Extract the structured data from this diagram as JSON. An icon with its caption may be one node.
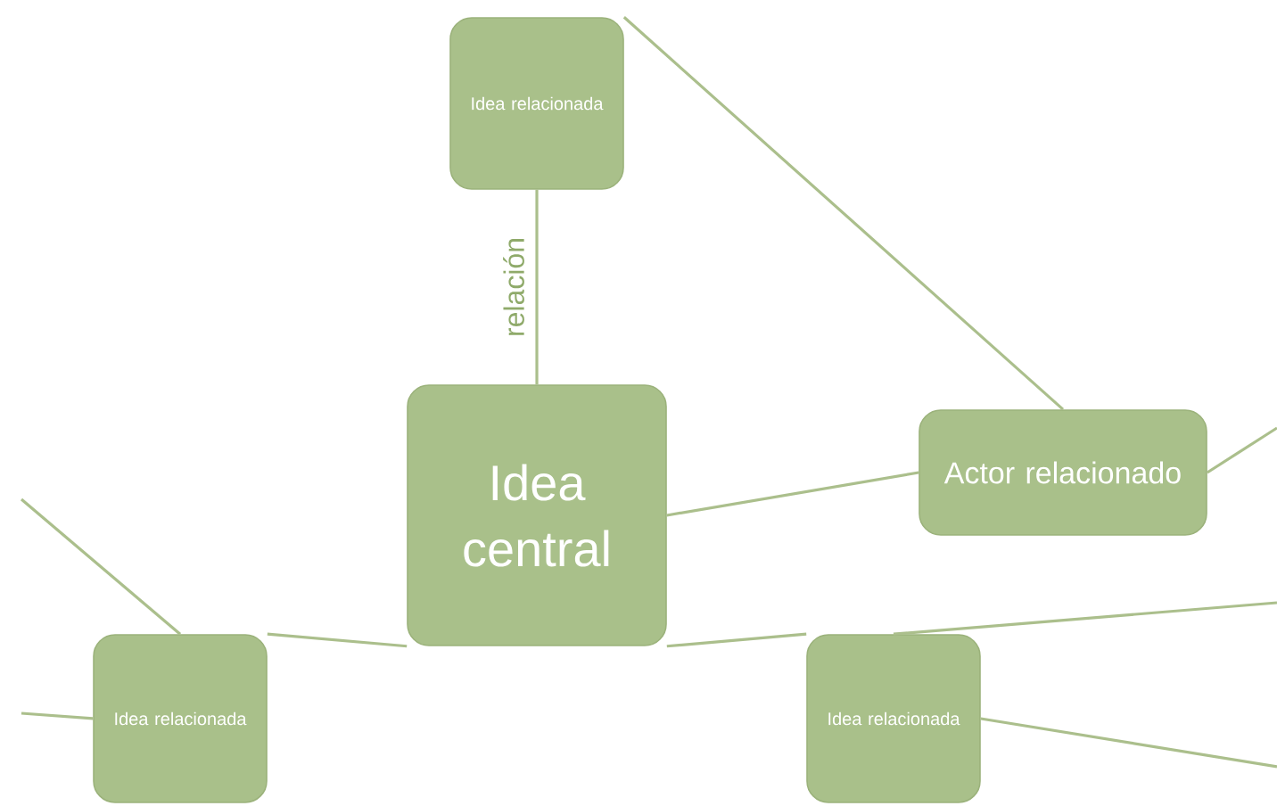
{
  "diagram": {
    "nodes": [
      {
        "text": [
          "Idea central"
        ]
      },
      {
        "text": [
          "Idea relacionada"
        ]
      },
      {
        "text": [
          "Actor relacionado"
        ]
      },
      {
        "text": [
          "Idea relacionada"
        ]
      },
      {
        "text": [
          "Idea relacionada"
        ]
      }
    ],
    "edges": [
      {
        "from": 1,
        "to": 0,
        "arrow": "none",
        "label": "relación"
      },
      {
        "from": 1,
        "to": 2,
        "arrow": "none"
      },
      {
        "from": 0,
        "to": 2,
        "arrow": "none"
      },
      {
        "from": 0,
        "to": 3,
        "arrow": "none"
      },
      {
        "from": 0,
        "to": 4,
        "arrow": "none"
      },
      {
        "from": 3,
        "to": null,
        "arrow": "none"
      },
      {
        "from": 3,
        "to": null,
        "arrow": "none"
      },
      {
        "from": 2,
        "to": null,
        "arrow": "none"
      },
      {
        "from": 4,
        "to": null,
        "arrow": "none"
      },
      {
        "from": 4,
        "to": null,
        "arrow": "none"
      }
    ]
  }
}
